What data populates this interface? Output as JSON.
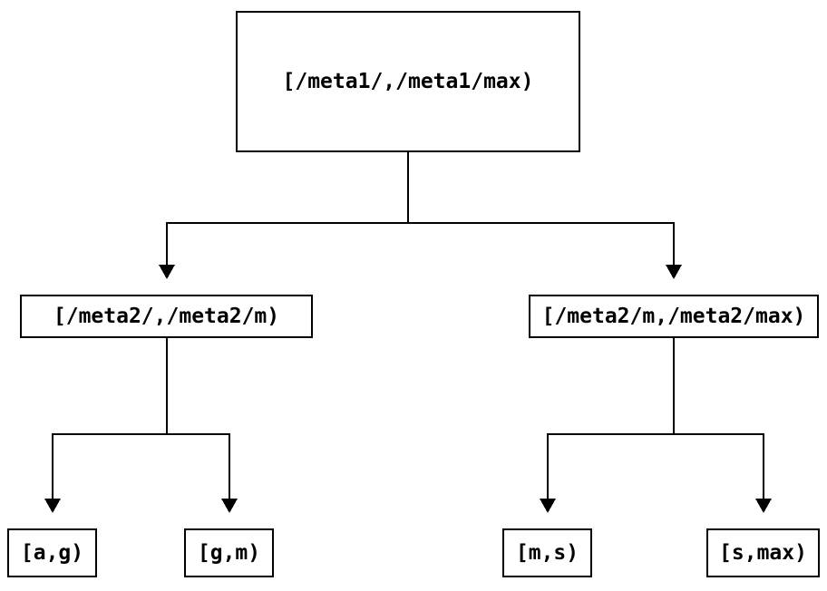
{
  "diagram": {
    "type": "tree",
    "nodes": {
      "root": {
        "label": "[/meta1/,/meta1/max)"
      },
      "level2_left": {
        "label": "[/meta2/,/meta2/m)"
      },
      "level2_right": {
        "label": "[/meta2/m,/meta2/max)"
      },
      "leaf_ag": {
        "label": "[a,g)"
      },
      "leaf_gm": {
        "label": "[g,m)"
      },
      "leaf_ms": {
        "label": "[m,s)"
      },
      "leaf_smax": {
        "label": "[s,max)"
      }
    },
    "edges": [
      {
        "from": "root",
        "to": "level2_left"
      },
      {
        "from": "root",
        "to": "level2_right"
      },
      {
        "from": "level2_left",
        "to": "leaf_ag"
      },
      {
        "from": "level2_left",
        "to": "leaf_gm"
      },
      {
        "from": "level2_right",
        "to": "leaf_ms"
      },
      {
        "from": "level2_right",
        "to": "leaf_smax"
      }
    ],
    "colors": {
      "background": "#ffffff",
      "line": "#000000",
      "text": "#000000"
    }
  }
}
